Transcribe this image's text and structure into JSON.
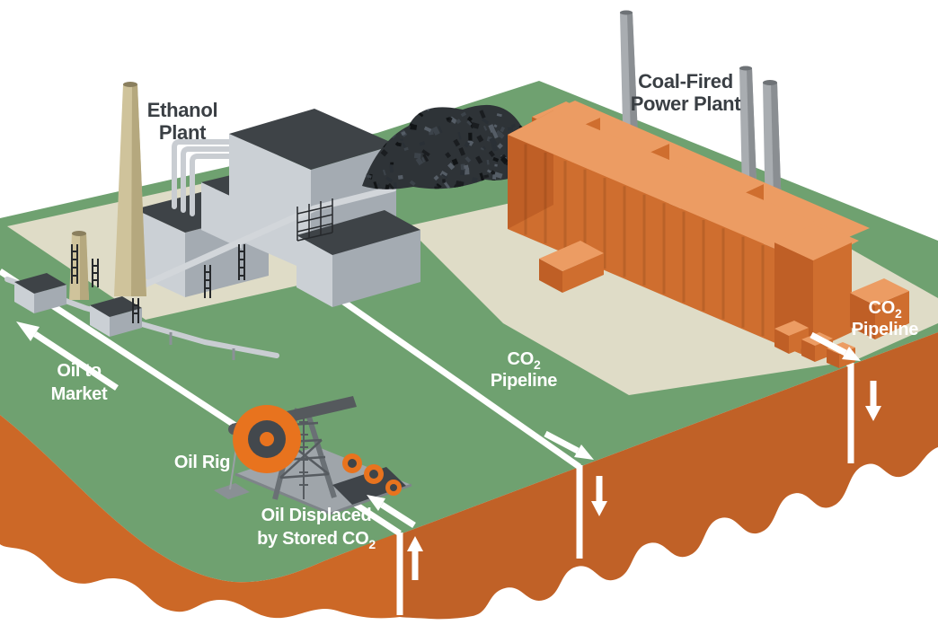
{
  "labels": {
    "ethanol_plant": {
      "line1": "Ethanol",
      "line2": "Plant"
    },
    "coal_plant": {
      "line1": "Coal-Fired",
      "line2": "Power Plant"
    },
    "co2_center": {
      "chem": "CO",
      "sub": "2",
      "word": "Pipeline"
    },
    "co2_right": {
      "chem": "CO",
      "sub": "2",
      "word": "Pipeline"
    },
    "oil_to_market": {
      "line1": "Oil to",
      "line2": "Market"
    },
    "oil_rig": "Oil Rig",
    "oil_displaced": {
      "line1": "Oil Displaced",
      "line2_text": "by Stored CO",
      "line2_sub": "2"
    }
  },
  "colors": {
    "sky": "#FFFFFF",
    "green": "#6FA170",
    "soil_left": "#CC6827",
    "soil_right": "#C06127",
    "pad": "#DFDCC7",
    "white": "#FFFFFF",
    "orange_front": "#CF6E2F",
    "orange_side": "#BF5F26",
    "orange_top": "#EC9C63",
    "gray_light": "#CBD0D5",
    "gray_mid": "#A4ABB2",
    "roof": "#3E4347",
    "stack_tan": "#CFC39B",
    "stack_tan_shade": "#B5A87E",
    "stack_tan_top": "#8A7F5E",
    "stack_gray": "#A9ADB1",
    "stack_gray_shade": "#8A8E92",
    "stack_gray_top": "#6E7276",
    "coal": "#2E3337",
    "coal_speckles": [
      "#1A1D20",
      "#3C434A",
      "#555D66",
      "#111416",
      "#2A3036"
    ],
    "pump_platform": "#9FA5AA",
    "pump_dark": "#55595D",
    "pump_structure": "#6A7075",
    "pump_orange": "#E8731E",
    "pump_base": "#3F4449",
    "label_dark": "#3A3F44"
  }
}
